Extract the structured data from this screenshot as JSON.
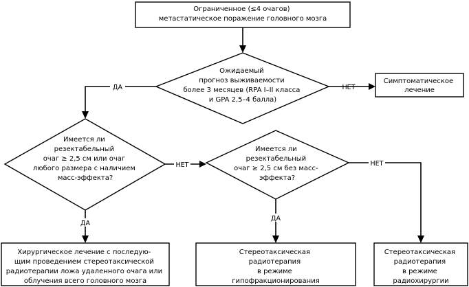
{
  "diagram": {
    "nodes": {
      "start": [
        "Ограниченное (≤4 очагов)",
        "метастатическое поражение головного мозга"
      ],
      "prognosis_question": [
        "Ожидаемый",
        "прогноз выживаемости",
        "более 3 месяцев (RPA I–II класса",
        "и GPA 2,5–4 балла)"
      ],
      "symptomatic": [
        "Симптоматическое",
        "лечение"
      ],
      "resectable_question": [
        "Имеется ли",
        "резектабельный",
        "очаг ≥ 2,5 см или очаг",
        "любого размера с наличием",
        "масс-эффекта?"
      ],
      "small_focus_question": [
        "Имеется ли",
        "резектабельный",
        "очаг ≥ 2,5 см без масс-",
        "эффекта?"
      ],
      "surgery": [
        "Хирургическое лечение с последую-",
        "щим проведением стереотаксической",
        "радиотерапии ложа удаленного очага или",
        "облучения всего головного мозга"
      ],
      "srt_hypofraction": [
        "Стереотаксическая",
        "радиотерапия",
        "в режиме",
        "гипофракционирования"
      ],
      "srt_radiosurgery": [
        "Стереотаксическая",
        "радиотерапия",
        "в режиме",
        "радиохирургии"
      ]
    },
    "edge_labels": {
      "yes": "ДА",
      "no": "НЕТ"
    }
  }
}
